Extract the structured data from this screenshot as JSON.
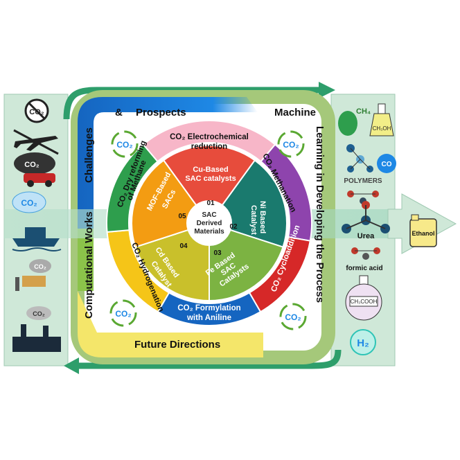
{
  "frame": {
    "top_label_a": "&",
    "top_label_b": "Prospects",
    "left_label": "Challenges",
    "left_label_b": "Computational Works",
    "top_right_label": "Machine",
    "right_label": "Learning in Developing the Process",
    "bottom_label": "Future Directions"
  },
  "ring_outer": {
    "top": "CO₂ Electrochemical reduction",
    "top_line2": "reduction",
    "top_line1": "CO₂ Electrochemical",
    "right_upper": "CO₂ Methanation",
    "right_lower": "CO₂ Cycloaddition",
    "bottom_line1": "CO₂ Formylation",
    "bottom_line2": "with Aniline",
    "left_lower": "CO₂ Hydrogenation",
    "left_upper_line1": "CO₂ Dry reforming",
    "left_upper_line2": "of Methane"
  },
  "wheel": {
    "center_line1": "SAC",
    "center_line2": "Derived",
    "center_line3": "Materials",
    "segments": [
      {
        "num": "01",
        "line1": "Cu-Based",
        "line2": "SAC catalysts",
        "color": "#e74c3c"
      },
      {
        "num": "02",
        "line1": "Ni Based",
        "line2": "Catalyst",
        "color": "#1a7a6e"
      },
      {
        "num": "03",
        "line1": "Fe Based",
        "line2": "SAC",
        "line3": "Catalysts",
        "color": "#7cb342"
      },
      {
        "num": "04",
        "line1": "Cd Based",
        "line2": "Catalyst",
        "color": "#c9c02b"
      },
      {
        "num": "05",
        "line1": "MOF-Based",
        "line2": "SACs",
        "color": "#f39c12"
      }
    ]
  },
  "co2_badge": "CO₂",
  "left_panel": {
    "co2_no": "CO₂",
    "cloud_co2": "CO₂",
    "bubble_co2": "CO₂",
    "factory_co2a": "CO₂",
    "factory_co2b": "CO₂"
  },
  "right_panel": {
    "ch4": "CH₄",
    "flask_label": "CH₃OH",
    "co_label": "CO",
    "polymers": "POLYMERS",
    "urea": "Urea",
    "ethanol": "Ethanol",
    "formic_acid": "formic acid",
    "acetic": "CH₃COOH",
    "h2": "H₂"
  },
  "colors": {
    "left_panel": "#cfe8d8",
    "right_panel": "#cfe8d8",
    "arrow_green": "#2e9e6b",
    "frame_blue": "#1565c0",
    "frame_yellow": "#f4e66a",
    "frame_green": "#a5c87a"
  }
}
